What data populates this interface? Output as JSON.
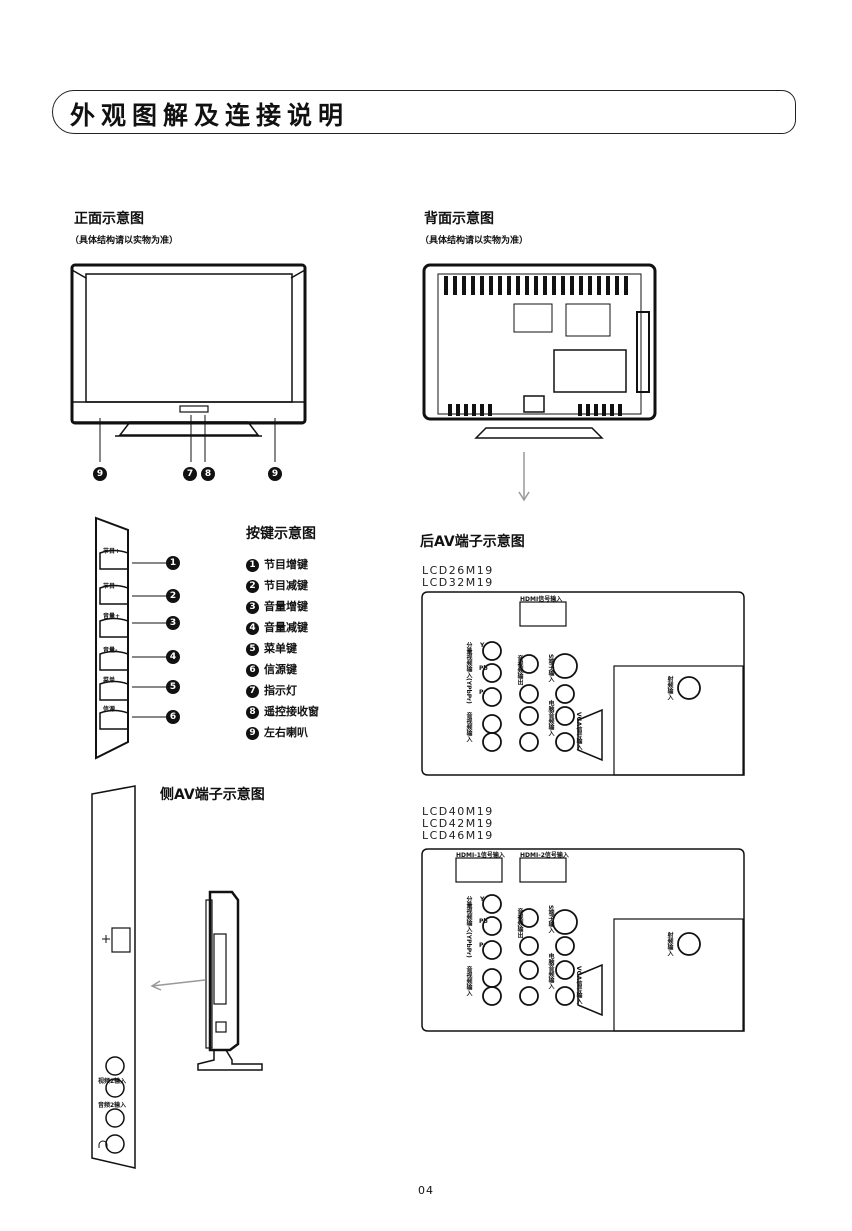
{
  "page_title": "外观图解及连接说明",
  "front": {
    "heading": "正面示意图",
    "note": "（具体结构请以实物为准）",
    "callouts": [
      "9",
      "7",
      "8",
      "9"
    ]
  },
  "back": {
    "heading": "背面示意图",
    "note": "（具体结构请以实物为准）"
  },
  "keys": {
    "heading": "按键示意图",
    "panel_labels": [
      "节目+",
      "节目-",
      "音量+",
      "音量-",
      "菜单",
      "信源"
    ],
    "legend": [
      {
        "num": "1",
        "label": "节目增键"
      },
      {
        "num": "2",
        "label": "节目减键"
      },
      {
        "num": "3",
        "label": "音量增键"
      },
      {
        "num": "4",
        "label": "音量减键"
      },
      {
        "num": "5",
        "label": "菜单键"
      },
      {
        "num": "6",
        "label": "信源键"
      },
      {
        "num": "7",
        "label": "指示灯"
      },
      {
        "num": "8",
        "label": "遥控接收窗"
      },
      {
        "num": "9",
        "label": "左右喇叭"
      }
    ]
  },
  "rear_av": {
    "heading": "后AV端子示意图",
    "models_a": [
      "LCD26M19",
      "LCD32M19"
    ],
    "models_b": [
      "LCD40M19",
      "LCD42M19",
      "LCD46M19"
    ],
    "hdmi_a": "HDMI信号输入",
    "hdmi_b1": "HDMI-1信号输入",
    "hdmi_b2": "HDMI-2信号输入",
    "ypbpr": "分量视频输入(YPbPr)",
    "av_out": "音视频输出",
    "av_in": "音视频输入",
    "tv_in": "射频输入",
    "s_video": "S端子输入",
    "vga": "VGA信号输入",
    "pc_audio": "电脑音频输入",
    "y": "Y",
    "pb": "Pb",
    "pr": "Pr"
  },
  "side_av": {
    "heading": "侧AV端子示意图",
    "video2": "视频2输入",
    "audio2": "音频2输入"
  },
  "page_number": "04"
}
